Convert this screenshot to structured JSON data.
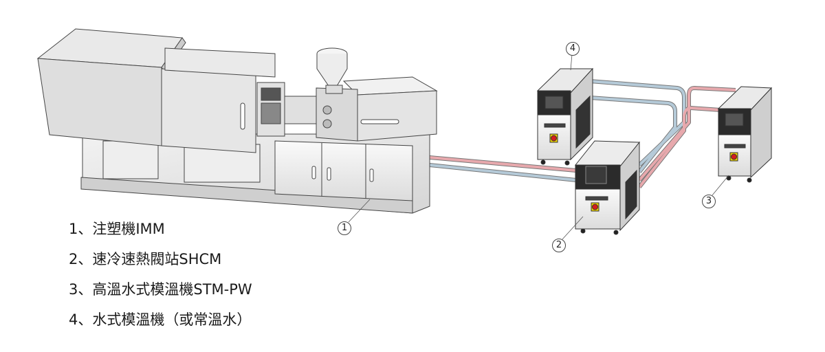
{
  "legend": [
    "1、注塑機IMM",
    "2、速冷速熱閥站SHCM",
    "3、高溫水式模溫機STM-PW",
    "4、水式模溫機（或常溫水）"
  ],
  "callouts": {
    "c1": "1",
    "c2": "2",
    "c3": "3",
    "c4": "4"
  },
  "colors": {
    "hot_pipe": "#e7a9ad",
    "cold_pipe": "#b5cad8",
    "panel_dark": "#2b2b2b",
    "switch_yellow": "#f2d400",
    "switch_red": "#d41e1e"
  }
}
